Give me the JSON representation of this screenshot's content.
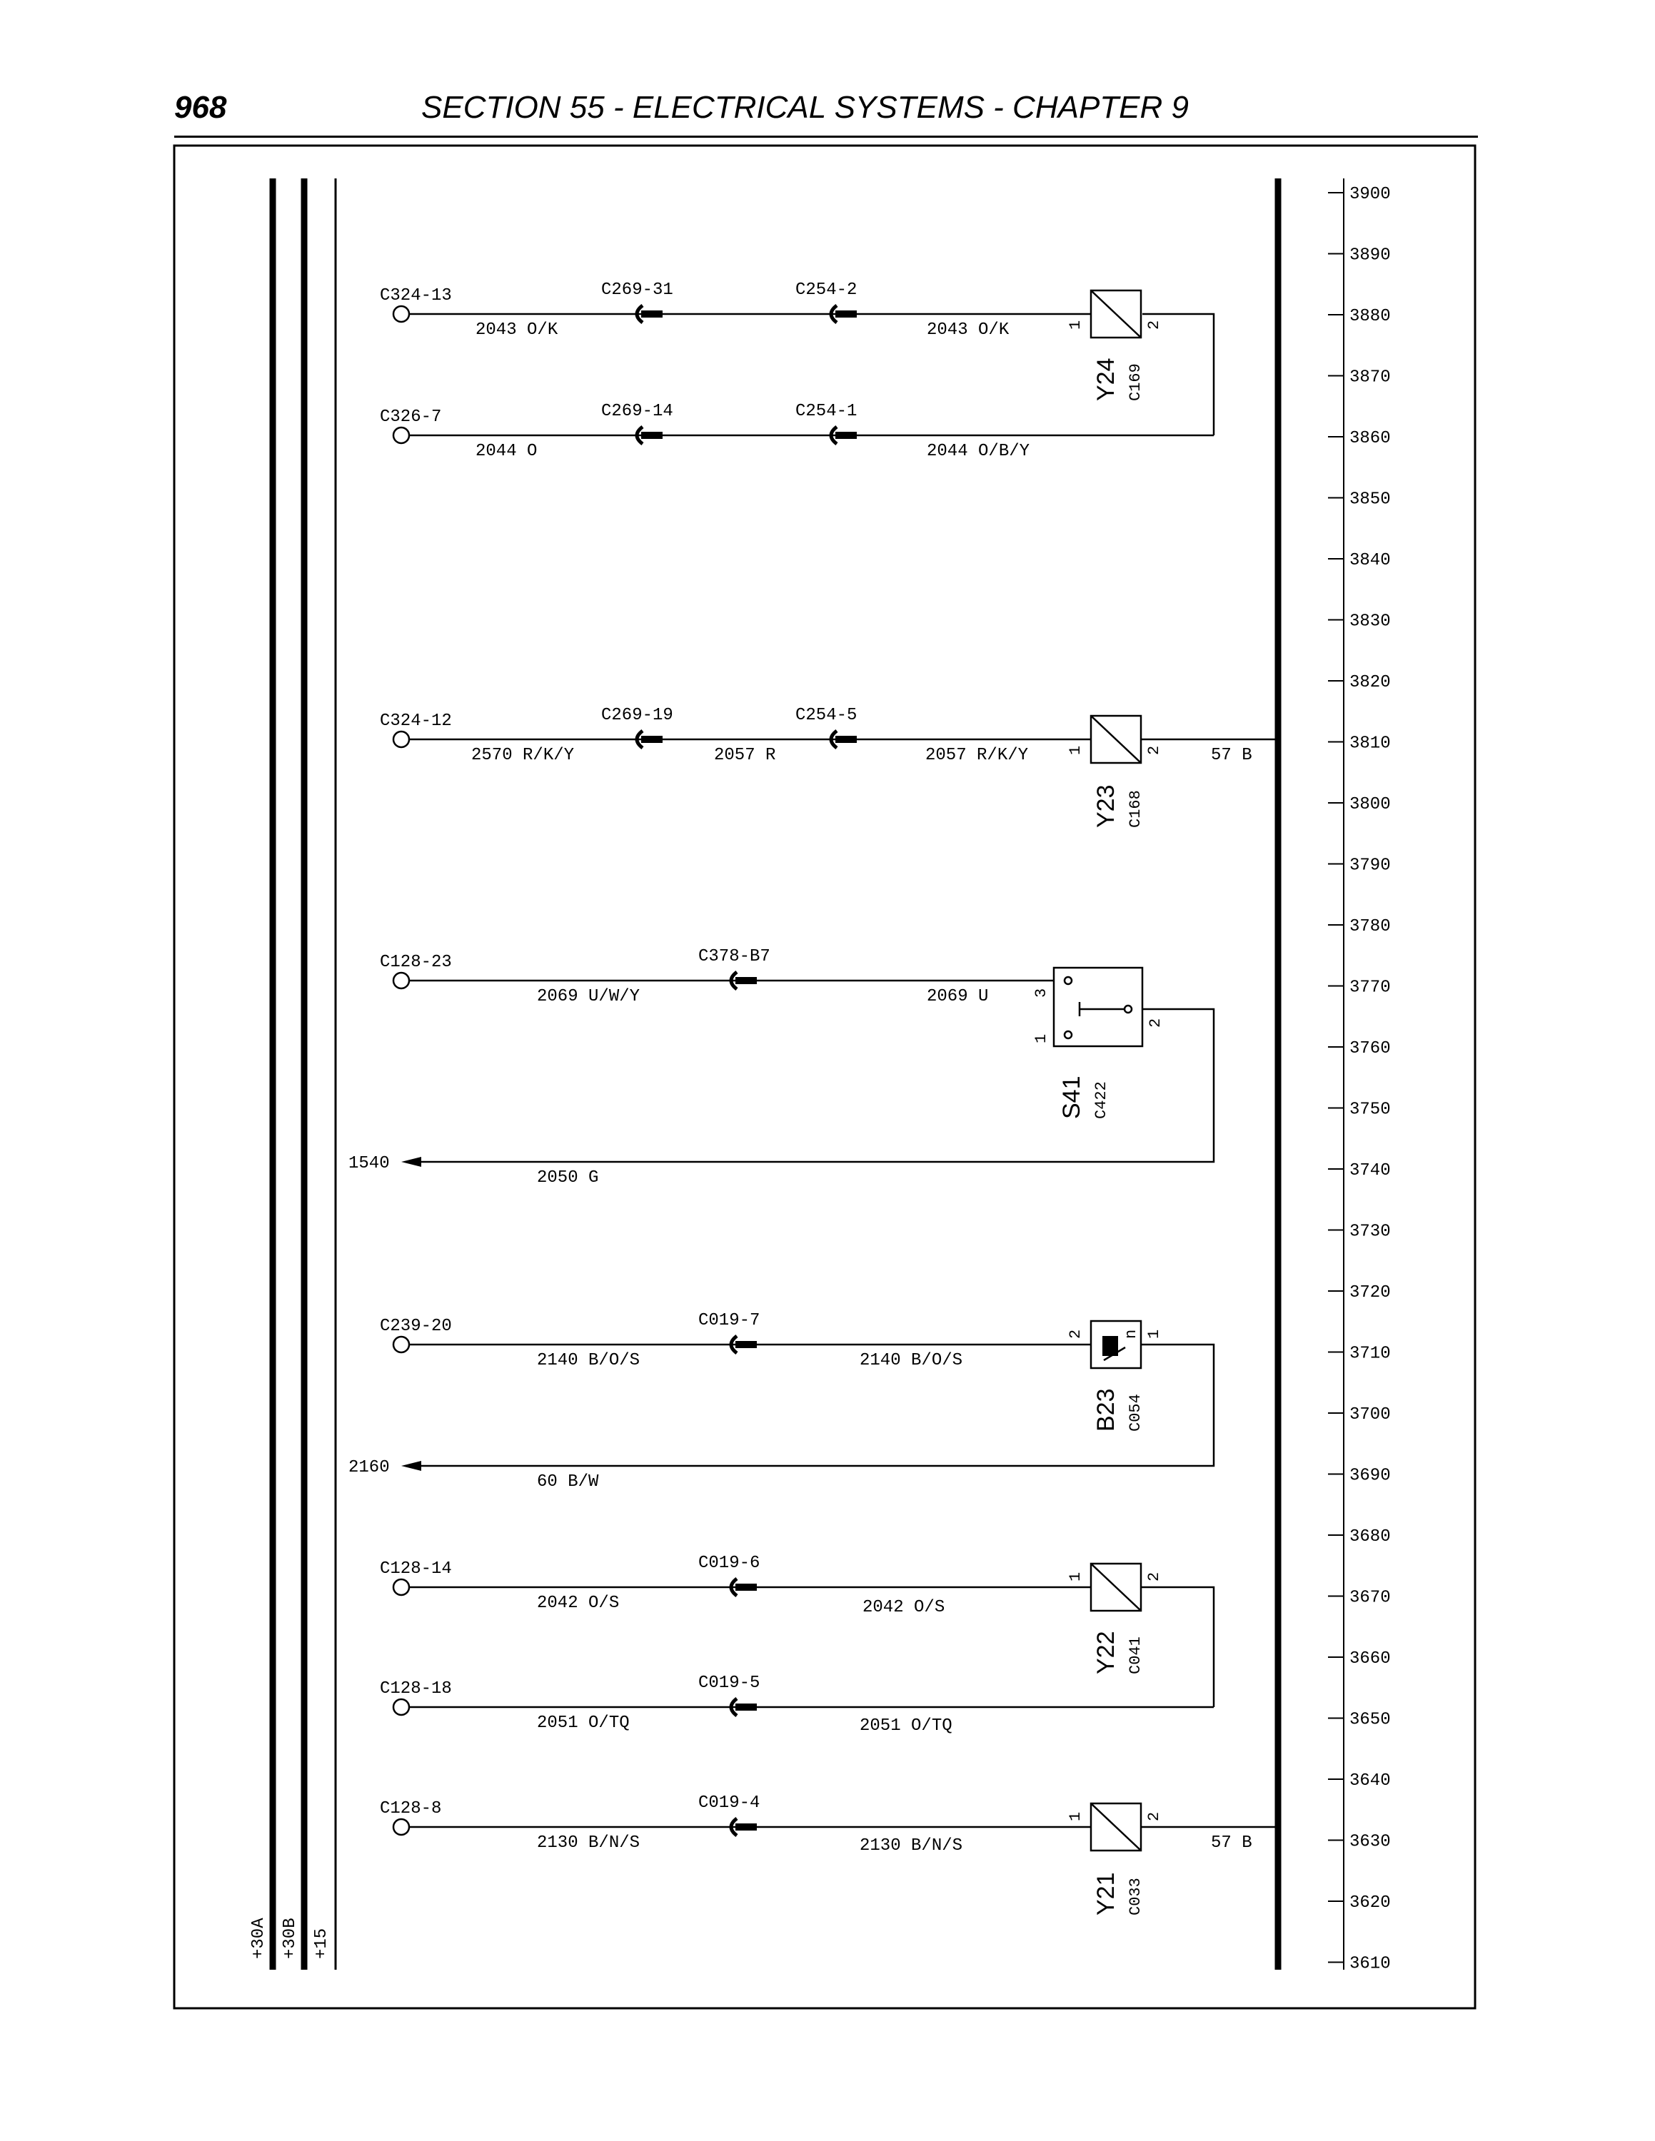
{
  "header": {
    "page_number": "968",
    "section_title": "SECTION 55 - ELECTRICAL SYSTEMS - CHAPTER 9"
  },
  "rails": [
    "+30A",
    "+30B",
    "+15"
  ],
  "scale": {
    "ticks": [
      "3900",
      "3890",
      "3880",
      "3870",
      "3860",
      "3850",
      "3840",
      "3830",
      "3820",
      "3810",
      "3800",
      "3790",
      "3780",
      "3770",
      "3760",
      "3750",
      "3740",
      "3730",
      "3720",
      "3710",
      "3700",
      "3690",
      "3680",
      "3670",
      "3660",
      "3650",
      "3640",
      "3630",
      "3620",
      "3610"
    ]
  },
  "circuits": [
    {
      "source": "C324-13",
      "connectors": [
        "C269-31",
        "C254-2"
      ],
      "wire_left": "2043 O/K",
      "wire_right": "2043 O/K"
    },
    {
      "source": "C326-7",
      "connectors": [
        "C269-14",
        "C254-1"
      ],
      "wire_left": "2044 O",
      "wire_right": "2044 O/B/Y"
    },
    {
      "source": "C324-12",
      "connectors": [
        "C269-19",
        "C254-5"
      ],
      "wire_left": "2570 R/K/Y",
      "wire_mid": "2057 R",
      "wire_right": "2057 R/K/Y",
      "ground_wire": "57 B"
    },
    {
      "source": "C128-23",
      "connectors": [
        "C378-B7"
      ],
      "wire_left": "2069 U/W/Y",
      "wire_right": "2069 U"
    },
    {
      "reference": "1540",
      "wire_left": "2050 G"
    },
    {
      "source": "C239-20",
      "connectors": [
        "C019-7"
      ],
      "wire_left": "2140 B/O/S",
      "wire_right": "2140 B/O/S"
    },
    {
      "reference": "2160",
      "wire_left": "60 B/W"
    },
    {
      "source": "C128-14",
      "connectors": [
        "C019-6"
      ],
      "wire_left": "2042 O/S",
      "wire_right": "2042 O/S"
    },
    {
      "source": "C128-18",
      "connectors": [
        "C019-5"
      ],
      "wire_left": "2051 O/TQ",
      "wire_right": "2051 O/TQ"
    },
    {
      "source": "C128-8",
      "connectors": [
        "C019-4"
      ],
      "wire_left": "2130 B/N/S",
      "wire_right": "2130 B/N/S",
      "ground_wire": "57 B"
    }
  ],
  "components": [
    {
      "id": "Y24",
      "connector": "C169",
      "pin_a": "1",
      "pin_b": "2"
    },
    {
      "id": "Y23",
      "connector": "C168",
      "pin_a": "1",
      "pin_b": "2"
    },
    {
      "id": "S41",
      "connector": "C422",
      "pin_a": "3",
      "pin_b": "1",
      "pin_c": "2"
    },
    {
      "id": "B23",
      "connector": "C054",
      "pin_a": "2",
      "pin_b": "1",
      "glyph": "n"
    },
    {
      "id": "Y22",
      "connector": "C041",
      "pin_a": "1",
      "pin_b": "2"
    },
    {
      "id": "Y21",
      "connector": "C033",
      "pin_a": "1",
      "pin_b": "2"
    }
  ]
}
